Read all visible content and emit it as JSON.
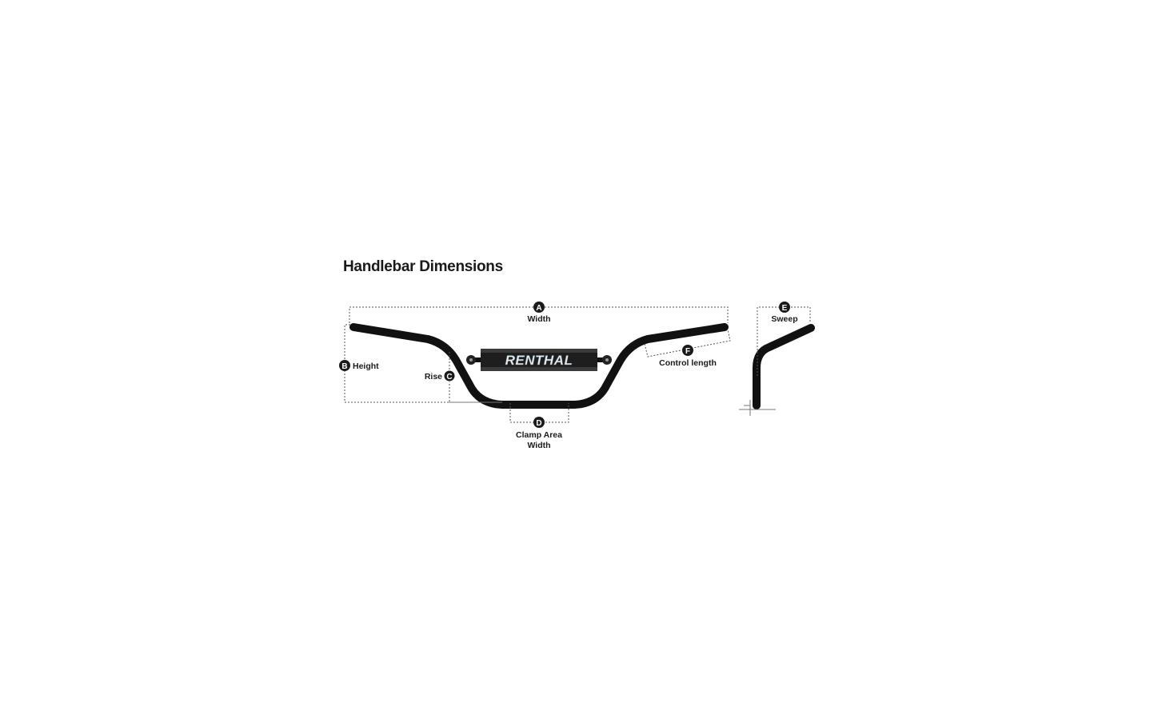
{
  "title": "Handlebar Dimensions",
  "brand": "RENTHAL",
  "dimensions": {
    "a": {
      "letter": "A",
      "label": "Width"
    },
    "b": {
      "letter": "B",
      "label": "Height"
    },
    "c": {
      "letter": "C",
      "label": "Rise"
    },
    "d": {
      "letter": "D",
      "label_line1": "Clamp Area",
      "label_line2": "Width"
    },
    "e": {
      "letter": "E",
      "label": "Sweep"
    },
    "f": {
      "letter": "F",
      "label": "Control length"
    }
  },
  "colors": {
    "bar": "#111111",
    "marker": "#1a1a1a",
    "pad": "#1e1e1e",
    "brand": "#e8eef2"
  }
}
